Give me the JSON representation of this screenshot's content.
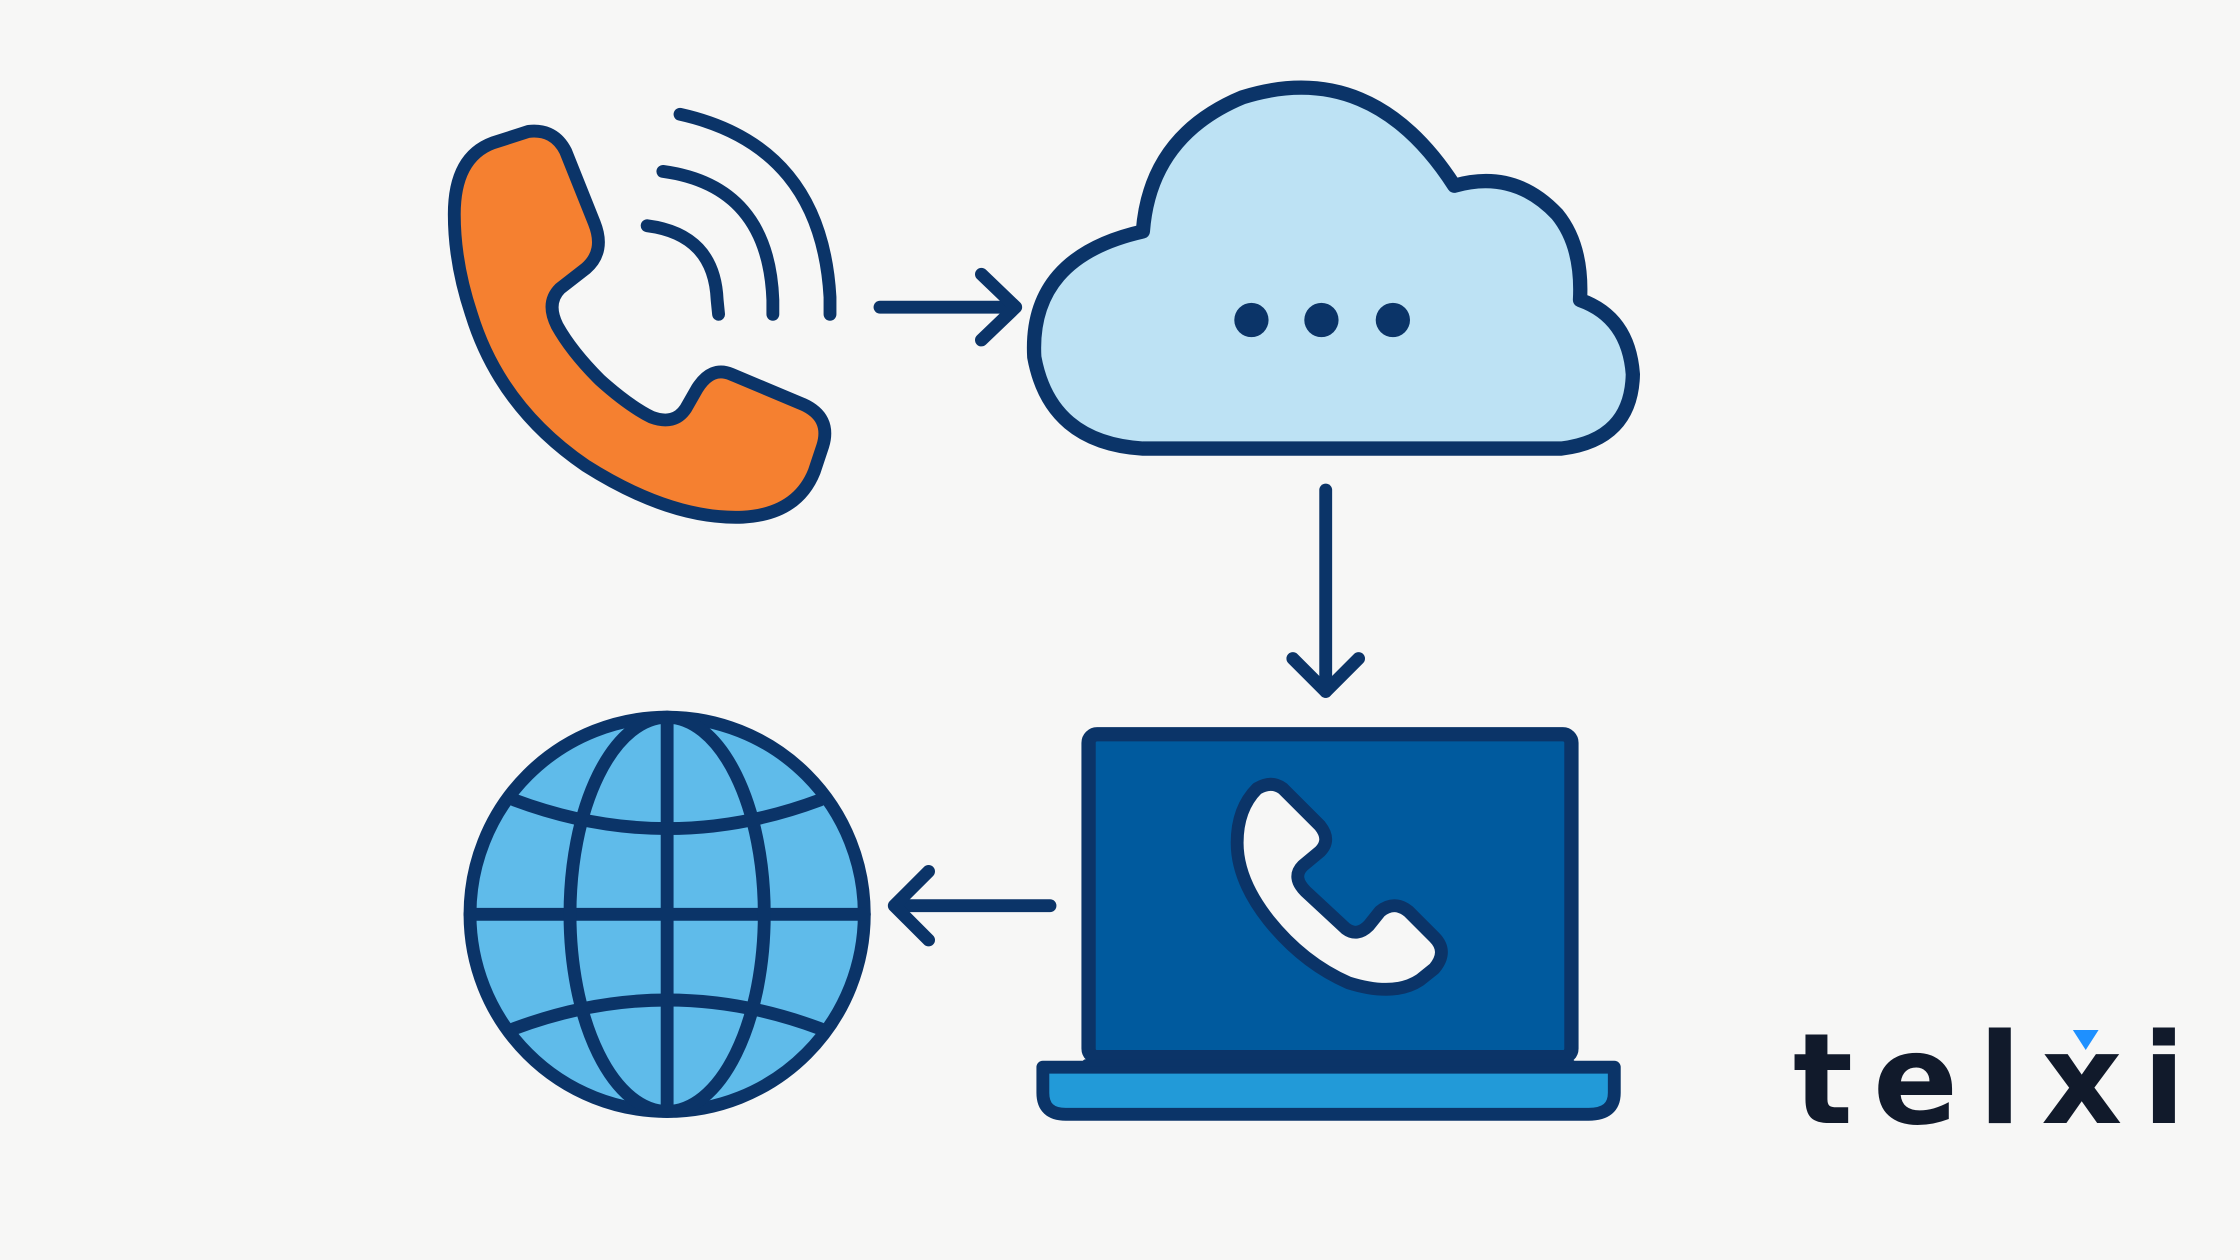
{
  "diagram": {
    "nodes": [
      {
        "id": "phone",
        "icon": "phone-ringing-icon",
        "color": "#f58030"
      },
      {
        "id": "cloud",
        "icon": "cloud-icon",
        "color": "#bde2f4"
      },
      {
        "id": "laptop",
        "icon": "laptop-phone-icon",
        "color": "#005a9e"
      },
      {
        "id": "globe",
        "icon": "globe-icon",
        "color": "#5fbbea"
      }
    ],
    "edges": [
      {
        "from": "phone",
        "to": "cloud"
      },
      {
        "from": "cloud",
        "to": "laptop"
      },
      {
        "from": "laptop",
        "to": "globe"
      }
    ],
    "outline_color": "#0b3468",
    "background": "#f7f7f6"
  },
  "logo": {
    "text": "telxi",
    "text_color": "#111a2b",
    "accent_color": "#1e90ff"
  }
}
